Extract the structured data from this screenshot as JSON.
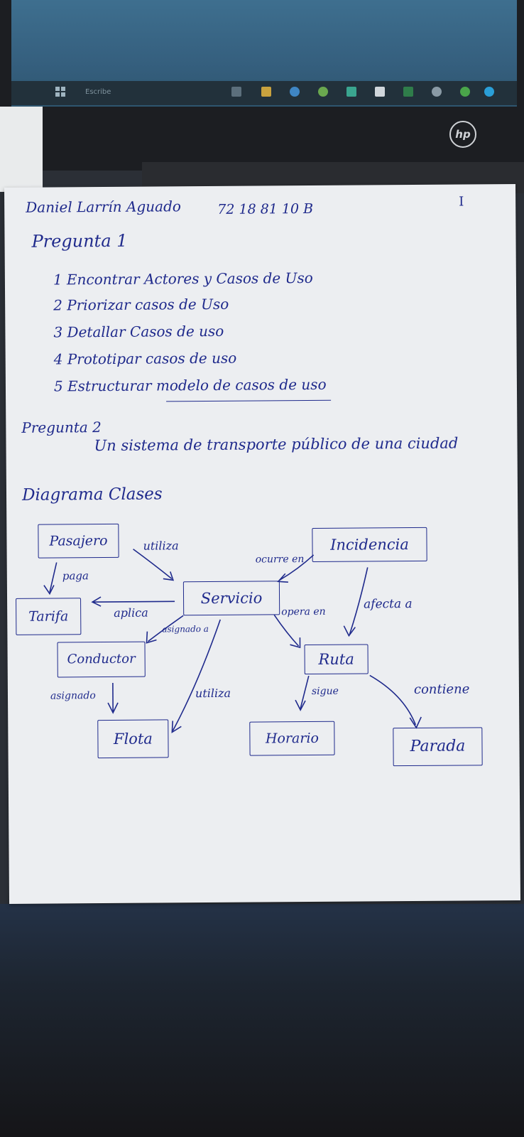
{
  "scene": {
    "taskbar_search": "Escribe",
    "monitor_brand": "hp",
    "colors": {
      "ink": "#1f2a8c",
      "paper": "#eceef1",
      "screen": "#3e6f8f"
    }
  },
  "header": {
    "name": "Daniel Larrín Aguado",
    "id_number": "72 18 81 10 B",
    "page_mark": "I"
  },
  "q1": {
    "title": "Pregunta 1",
    "items": [
      "1 Encontrar Actores y Casos de Uso",
      "2 Priorizar casos de Uso",
      "3 Detallar Casos de uso",
      "4 Prototipar casos de uso",
      "5 Estructurar modelo de casos de uso"
    ]
  },
  "q2": {
    "title": "Pregunta 2",
    "statement": "Un sistema de transporte público de una ciudad"
  },
  "diagram": {
    "title": "Diagrama Clases",
    "classes": {
      "pasajero": "Pasajero",
      "tarifa": "Tarifa",
      "conductor": "Conductor",
      "flota": "Flota",
      "servicio": "Servicio",
      "incidencia": "Incidencia",
      "ruta": "Ruta",
      "horario": "Horario",
      "parada": "Parada"
    },
    "relations": {
      "paga": "paga",
      "utiliza_top": "utiliza",
      "ocurre_en": "ocurre en",
      "aplica": "aplica",
      "asignado_a": "asignado a",
      "opera_en": "opera en",
      "afecta_a": "afecta a",
      "asignado": "asignado",
      "utiliza_bottom": "utiliza",
      "sigue": "sigue",
      "contiene": "contiene"
    }
  }
}
